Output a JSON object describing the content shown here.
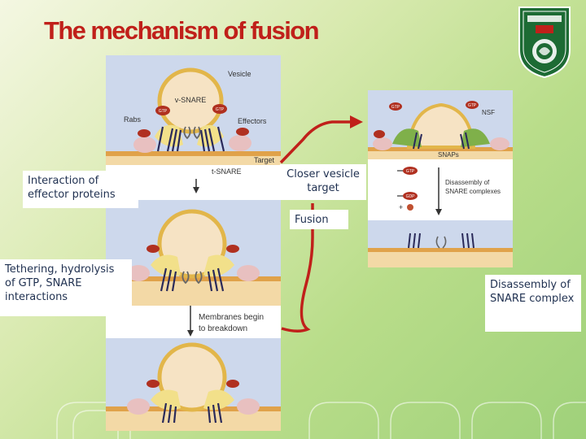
{
  "slide": {
    "title": "The mechanism of fusion",
    "accent_color": "#c0201a",
    "label_text_color": "#1f3050"
  },
  "left_figure": {
    "top_panel": {
      "vesicle": "Vesicle",
      "v_snare": "v-SNARE",
      "rabs": "Rabs",
      "effectors": "Effectors",
      "target": "Target",
      "t_snare": "t-SNARE",
      "gtp": "GTP"
    },
    "step_caption": "Membranes begin to breakdown"
  },
  "right_figure": {
    "nsf": "NSF",
    "snaps": "SNAPs",
    "disassembly_caption": "Disassembly of SNARE complexes",
    "gtp": "GTP",
    "gdp": "GDP",
    "plus": "+"
  },
  "labels": {
    "interaction": "Interaction of effector proteins",
    "tethering": "Tethering, hydrolysis of GTP, SNARE interactions",
    "closer": "Closer vesicle target",
    "fusion": "Fusion",
    "disassembly": "Disassembly of SNARE complex"
  },
  "logo": {
    "icon": "university-seal-icon"
  },
  "colors": {
    "arrow": "#c0201a",
    "vesicle_fill": "#f6e3c4",
    "vesicle_stroke": "#e2b64a",
    "membrane": "#e0a24a",
    "snare": "#2a2a5a",
    "gtp": "#b03020",
    "effector": "#f2e08a"
  }
}
